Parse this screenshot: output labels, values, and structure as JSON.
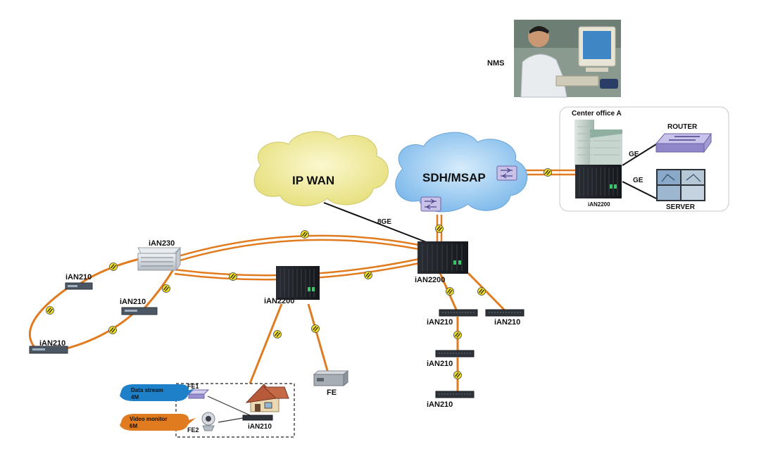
{
  "labels": {
    "nms": "NMS",
    "center_office": "Center office A",
    "router": "ROUTER",
    "server": "SERVER",
    "ge_router": "GE",
    "ge_server": "GE",
    "office_device": "iAN2200",
    "ip_wan": "IP WAN",
    "sdh_msap": "SDH/MSAP",
    "link_8ge": "8GE",
    "ian230": "iAN230",
    "ian210_left_top": "iAN210",
    "ian210_left_mid": "iAN210",
    "ian210_left_bottom": "iAN210",
    "ian2200_mid": "iAN2200",
    "ian2200_main": "iAN2200",
    "ian210_right_1": "iAN210",
    "ian210_right_2": "iAN210",
    "ian210_right_3": "iAN210",
    "ian210_right_4": "iAN210",
    "fe_device": "FE",
    "fe1": "FE1",
    "fe2": "FE2",
    "ian210_home": "iAN210",
    "data_stream_line1": "Data stream",
    "data_stream_line2": "4M",
    "video_monitor_line1": "Video monitor",
    "video_monitor_line2": "6M"
  },
  "colors": {
    "fiber": "#e07b20",
    "ip_wan_cloud": "#f4f0a8",
    "sdh_cloud": "#a8d4f5",
    "data_stream_bubble": "#1e80c8",
    "video_monitor_bubble": "#e07b20",
    "device_dark": "#1f2328",
    "marker_yellow": "#f2e020"
  }
}
